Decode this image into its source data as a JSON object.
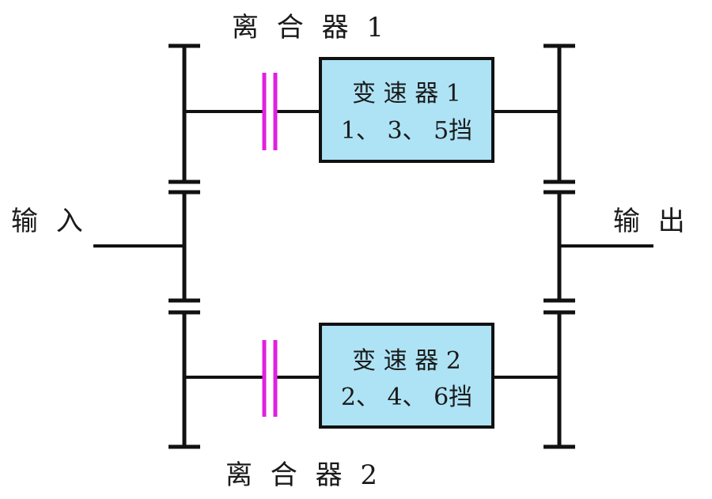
{
  "clutch1": {
    "label": "离 合 器 1"
  },
  "clutch2": {
    "label": "离 合 器 2"
  },
  "input": {
    "label": "输 入"
  },
  "output": {
    "label": "输 出"
  },
  "gearbox1": {
    "line1": "变 速 器 1",
    "line2": "1、 3、 5挡"
  },
  "gearbox2": {
    "line1": "变 速 器 2",
    "line2": "2、 4、 6挡"
  },
  "colors": {
    "line": "#111111",
    "clutch": "#e020e0",
    "box_fill": "#aee3f5",
    "box_border": "#111111"
  }
}
